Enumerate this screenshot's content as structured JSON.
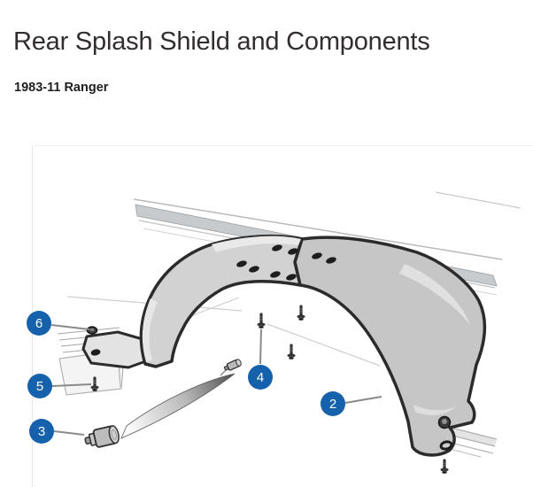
{
  "page": {
    "title": "Rear Splash Shield and Components",
    "subtitle": "1983-11 Ranger"
  },
  "diagram": {
    "description": "Exploded technical illustration of a rear splash shield mounted under the truck bed rail with mounting fasteners",
    "callouts": [
      {
        "label": "2",
        "part": "splash-shield"
      },
      {
        "label": "3",
        "part": "push-pin-fastener"
      },
      {
        "label": "4",
        "part": "mounting-bolt"
      },
      {
        "label": "5",
        "part": "mounting-bolt"
      },
      {
        "label": "6",
        "part": "nut"
      }
    ],
    "colors": {
      "callout_bg": "#1561ac",
      "callout_text": "#ffffff",
      "shield_fill": "#cccccc",
      "outline": "#2b2b2b",
      "leader_line": "#8a8a8a",
      "panel_border": "#e7e7e7"
    }
  }
}
